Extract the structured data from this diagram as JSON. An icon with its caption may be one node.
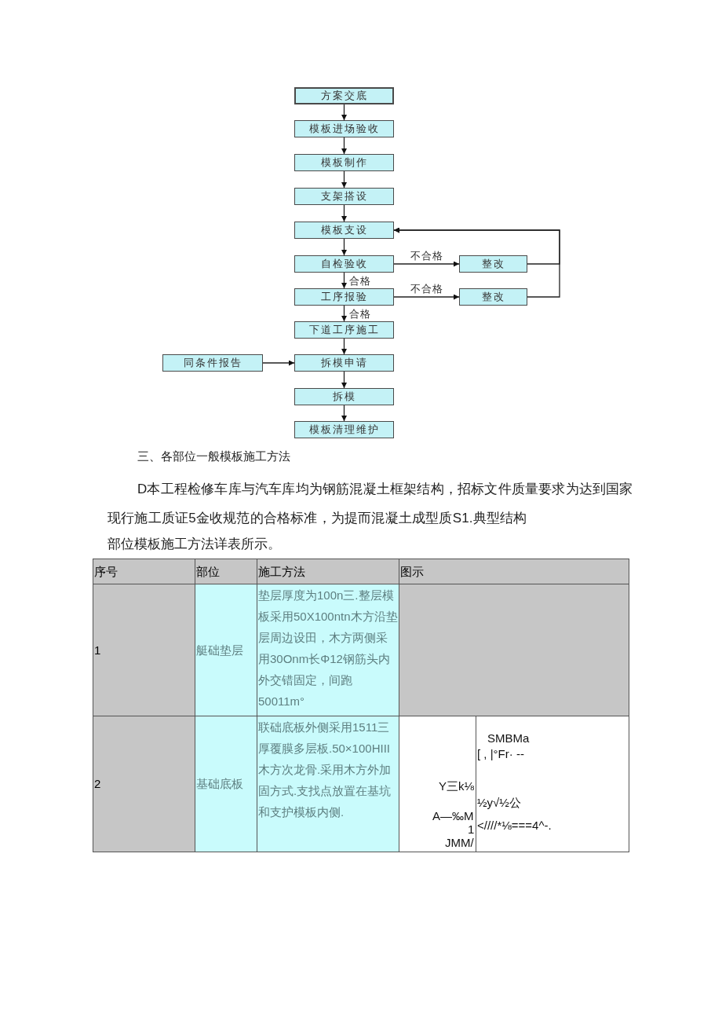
{
  "diagram": {
    "nodes": [
      {
        "text": [
          "方案交底"
        ]
      },
      {
        "text": [
          "模板进场验收"
        ]
      },
      {
        "text": [
          "模板制作"
        ]
      },
      {
        "text": [
          "支架搭设"
        ]
      },
      {
        "text": [
          "模板支设"
        ]
      },
      {
        "text": [
          "自检验收"
        ]
      },
      {
        "text": [
          "整改"
        ]
      },
      {
        "text": [
          "工序报验"
        ]
      },
      {
        "text": [
          "整改"
        ]
      },
      {
        "text": [
          "下道工序施工"
        ]
      },
      {
        "text": [
          "同条件报告"
        ]
      },
      {
        "text": [
          "拆模申请"
        ]
      },
      {
        "text": [
          "拆模"
        ]
      },
      {
        "text": [
          "模板清理维护"
        ]
      }
    ],
    "edges": [
      {
        "from": 0,
        "to": 1,
        "arrow": "to"
      },
      {
        "from": 1,
        "to": 2,
        "arrow": "to"
      },
      {
        "from": 2,
        "to": 3,
        "arrow": "to"
      },
      {
        "from": 3,
        "to": 4,
        "arrow": "to"
      },
      {
        "from": 4,
        "to": 5,
        "arrow": "to"
      },
      {
        "from": 5,
        "to": 6,
        "arrow": "to",
        "label": "不合格"
      },
      {
        "from": 6,
        "to": 4,
        "arrow": "to"
      },
      {
        "from": 5,
        "to": 7,
        "arrow": "to",
        "label": "合格"
      },
      {
        "from": 7,
        "to": 8,
        "arrow": "to",
        "label": "不合格"
      },
      {
        "from": 8,
        "to": 4,
        "arrow": "to"
      },
      {
        "from": 7,
        "to": 9,
        "arrow": "to",
        "label": "合格"
      },
      {
        "from": 9,
        "to": 11,
        "arrow": "to"
      },
      {
        "from": 10,
        "to": 11,
        "arrow": "to"
      },
      {
        "from": 11,
        "to": 12,
        "arrow": "to"
      },
      {
        "from": 12,
        "to": 13,
        "arrow": "to"
      }
    ],
    "labels": [
      "三、各部位一般模板施工方法",
      "D本工程检修车库与汽车库均为钢筋混凝土框架结构，招标文件质量要求为达到国家现行施工质证5金收规范的合格标准，为提而混凝土成型质S1.典型结构",
      "部位模板施工方法详表所示。",
      "序号",
      "部位",
      "施工方法",
      "图示",
      "1",
      "艇础垫层",
      "垫层厚度为100n三.整层模板采用50X100ntn木方沿垫层周边设田，木方两侧采用30Onm长Φ12钢筋头内外交错固定，间跑50011m°",
      "2",
      "基础底板",
      "联础底板外侧采用1511三厚覆膜多层板.50×100HIII木方次龙骨.采用木方外加固方式.支找点放置在基坑和支护模板内侧.",
      "Y三k⅛",
      "A—‰M",
      "1",
      "JMM/",
      "SMBMa",
      "[ , |°Fr· --",
      "½y√½公",
      "<////*⅛===4^-."
    ]
  }
}
